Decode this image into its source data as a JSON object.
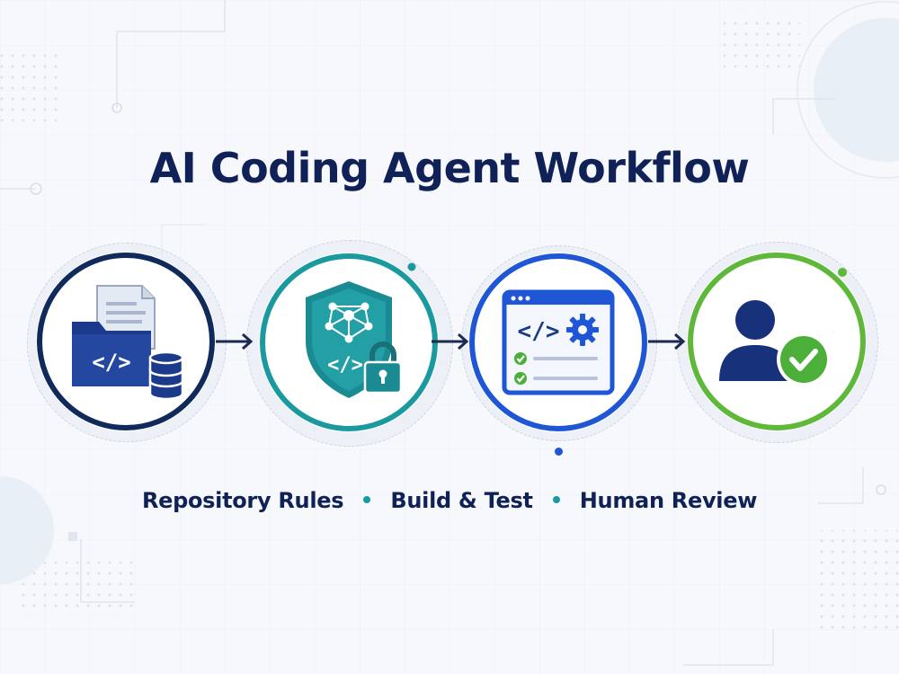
{
  "title": "AI Coding Agent Workflow",
  "labels": [
    "Repository Rules",
    "Build & Test",
    "Human Review"
  ],
  "stages": [
    {
      "icon": "code-folder-database-icon",
      "ring_color": "#102a5c"
    },
    {
      "icon": "shield-network-lock-icon",
      "ring_color": "#1a9a9f"
    },
    {
      "icon": "code-window-checklist-icon",
      "ring_color": "#1f56d6"
    },
    {
      "icon": "user-checkmark-icon",
      "ring_color": "#5fb83a"
    }
  ],
  "colors": {
    "title": "#0f2157",
    "navy": "#17327a",
    "teal": "#1b8b93",
    "blue": "#1f56d6",
    "green": "#5fb83a",
    "separator": "#1b9aa0",
    "arrow": "#1a2a4f"
  }
}
